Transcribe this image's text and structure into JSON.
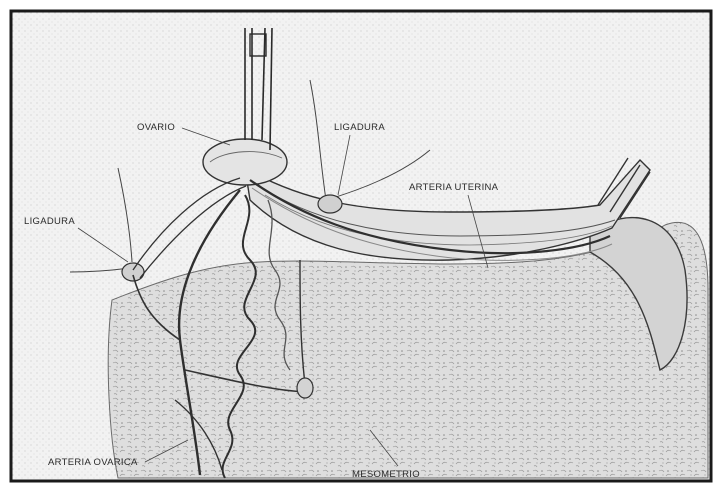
{
  "labels": {
    "ovario": "OVARIO",
    "ligadura_top": "LIGADURA",
    "ligadura_left": "LIGADURA",
    "arteria_uterina": "ARTERIA UTERINA",
    "arteria_ovarica": "ARTERIA OVARICA",
    "mesometrio": "MESOMETRIO"
  },
  "colors": {
    "frame": "#1a1a1a",
    "paper": "#f6f6f6",
    "tissue": "#d9d9d9",
    "line": "#3a3a3a"
  }
}
